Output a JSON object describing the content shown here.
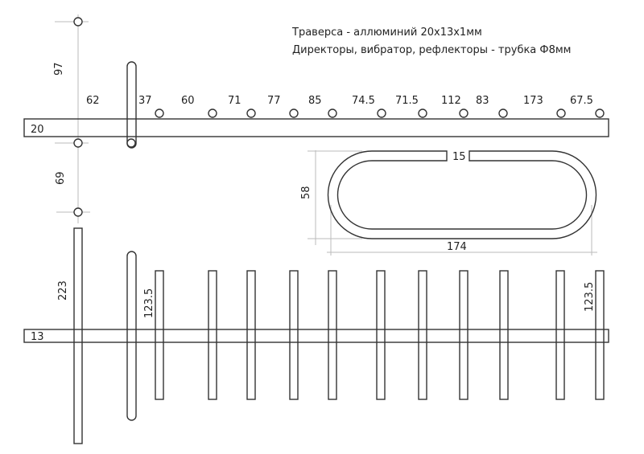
{
  "notes": {
    "line1": "Траверса - аллюминий 20x13x1мм",
    "line2": "Директоры, вибратор, рефлекторы - трубка Ф8мм"
  },
  "top_view": {
    "boom_width": "20",
    "reflector_offset_top": "97",
    "reflector_offset_bottom": "69",
    "spacings": [
      "62",
      "37",
      "60",
      "71",
      "77",
      "85",
      "74.5",
      "71.5",
      "112",
      "83",
      "173",
      "67.5"
    ]
  },
  "vibrator": {
    "gap": "15",
    "height": "58",
    "length": "174"
  },
  "side_view": {
    "boom_height": "13",
    "reflector_length": "223",
    "first_director_length": "123.5",
    "last_director_length": "123.5"
  }
}
